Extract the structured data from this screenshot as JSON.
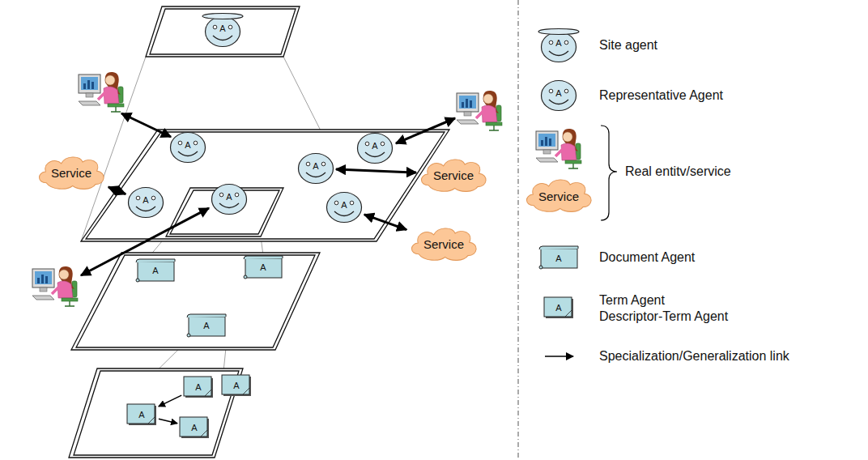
{
  "diagram": {
    "nodes": [
      {
        "text": [
          "A"
        ]
      },
      {
        "text": [
          "A"
        ]
      },
      {
        "text": [
          "A"
        ]
      },
      {
        "text": [
          "A"
        ]
      },
      {
        "text": [
          "Service"
        ]
      },
      {
        "text": [
          "Service"
        ]
      },
      {
        "text": [
          "A"
        ]
      },
      {
        "text": [
          "A"
        ]
      },
      {
        "text": [
          "A"
        ]
      },
      {
        "text": [
          "Service"
        ]
      },
      {
        "text": [
          "A"
        ]
      },
      {
        "text": [
          "A"
        ]
      },
      {
        "text": [
          "A"
        ]
      },
      {
        "text": [
          "A"
        ]
      },
      {
        "text": [
          "A"
        ]
      },
      {
        "text": [
          "A"
        ]
      },
      {
        "text": [
          "A"
        ]
      }
    ],
    "edges": [
      {
        "from": 4,
        "to": 7,
        "arrow": "both"
      },
      {
        "from": 5,
        "to": 3,
        "arrow": "both"
      },
      {
        "from": 9,
        "to": 8,
        "arrow": "both"
      },
      {
        "from": 13,
        "to": 15,
        "arrow": "to"
      },
      {
        "from": 15,
        "to": 16,
        "arrow": "to"
      }
    ],
    "labels": [
      "A",
      "A",
      "A",
      "A",
      "Service"
    ],
    "legend": [
      {
        "text": "Site agent"
      },
      {
        "text": "Representative Agent"
      },
      {
        "text": "Real entitv/service"
      },
      {
        "text": "Document Agent"
      },
      {
        "text": "Term Agent"
      },
      {
        "text": "Descriptor-Term Agent"
      },
      {
        "text": "Specialization/Generalization link"
      }
    ]
  }
}
